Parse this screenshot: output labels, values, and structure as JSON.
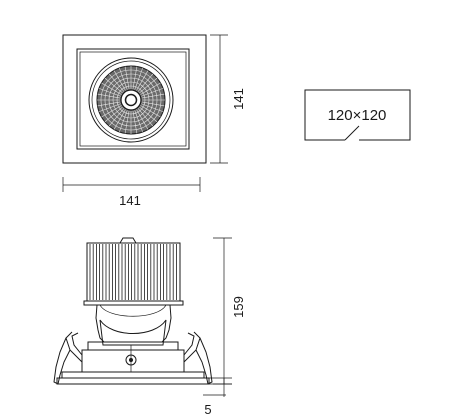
{
  "dimensions": {
    "top_view_height": "141",
    "top_view_width": "141",
    "side_view_height": "159",
    "flange_thickness": "5"
  },
  "cutout_label": "120×120"
}
